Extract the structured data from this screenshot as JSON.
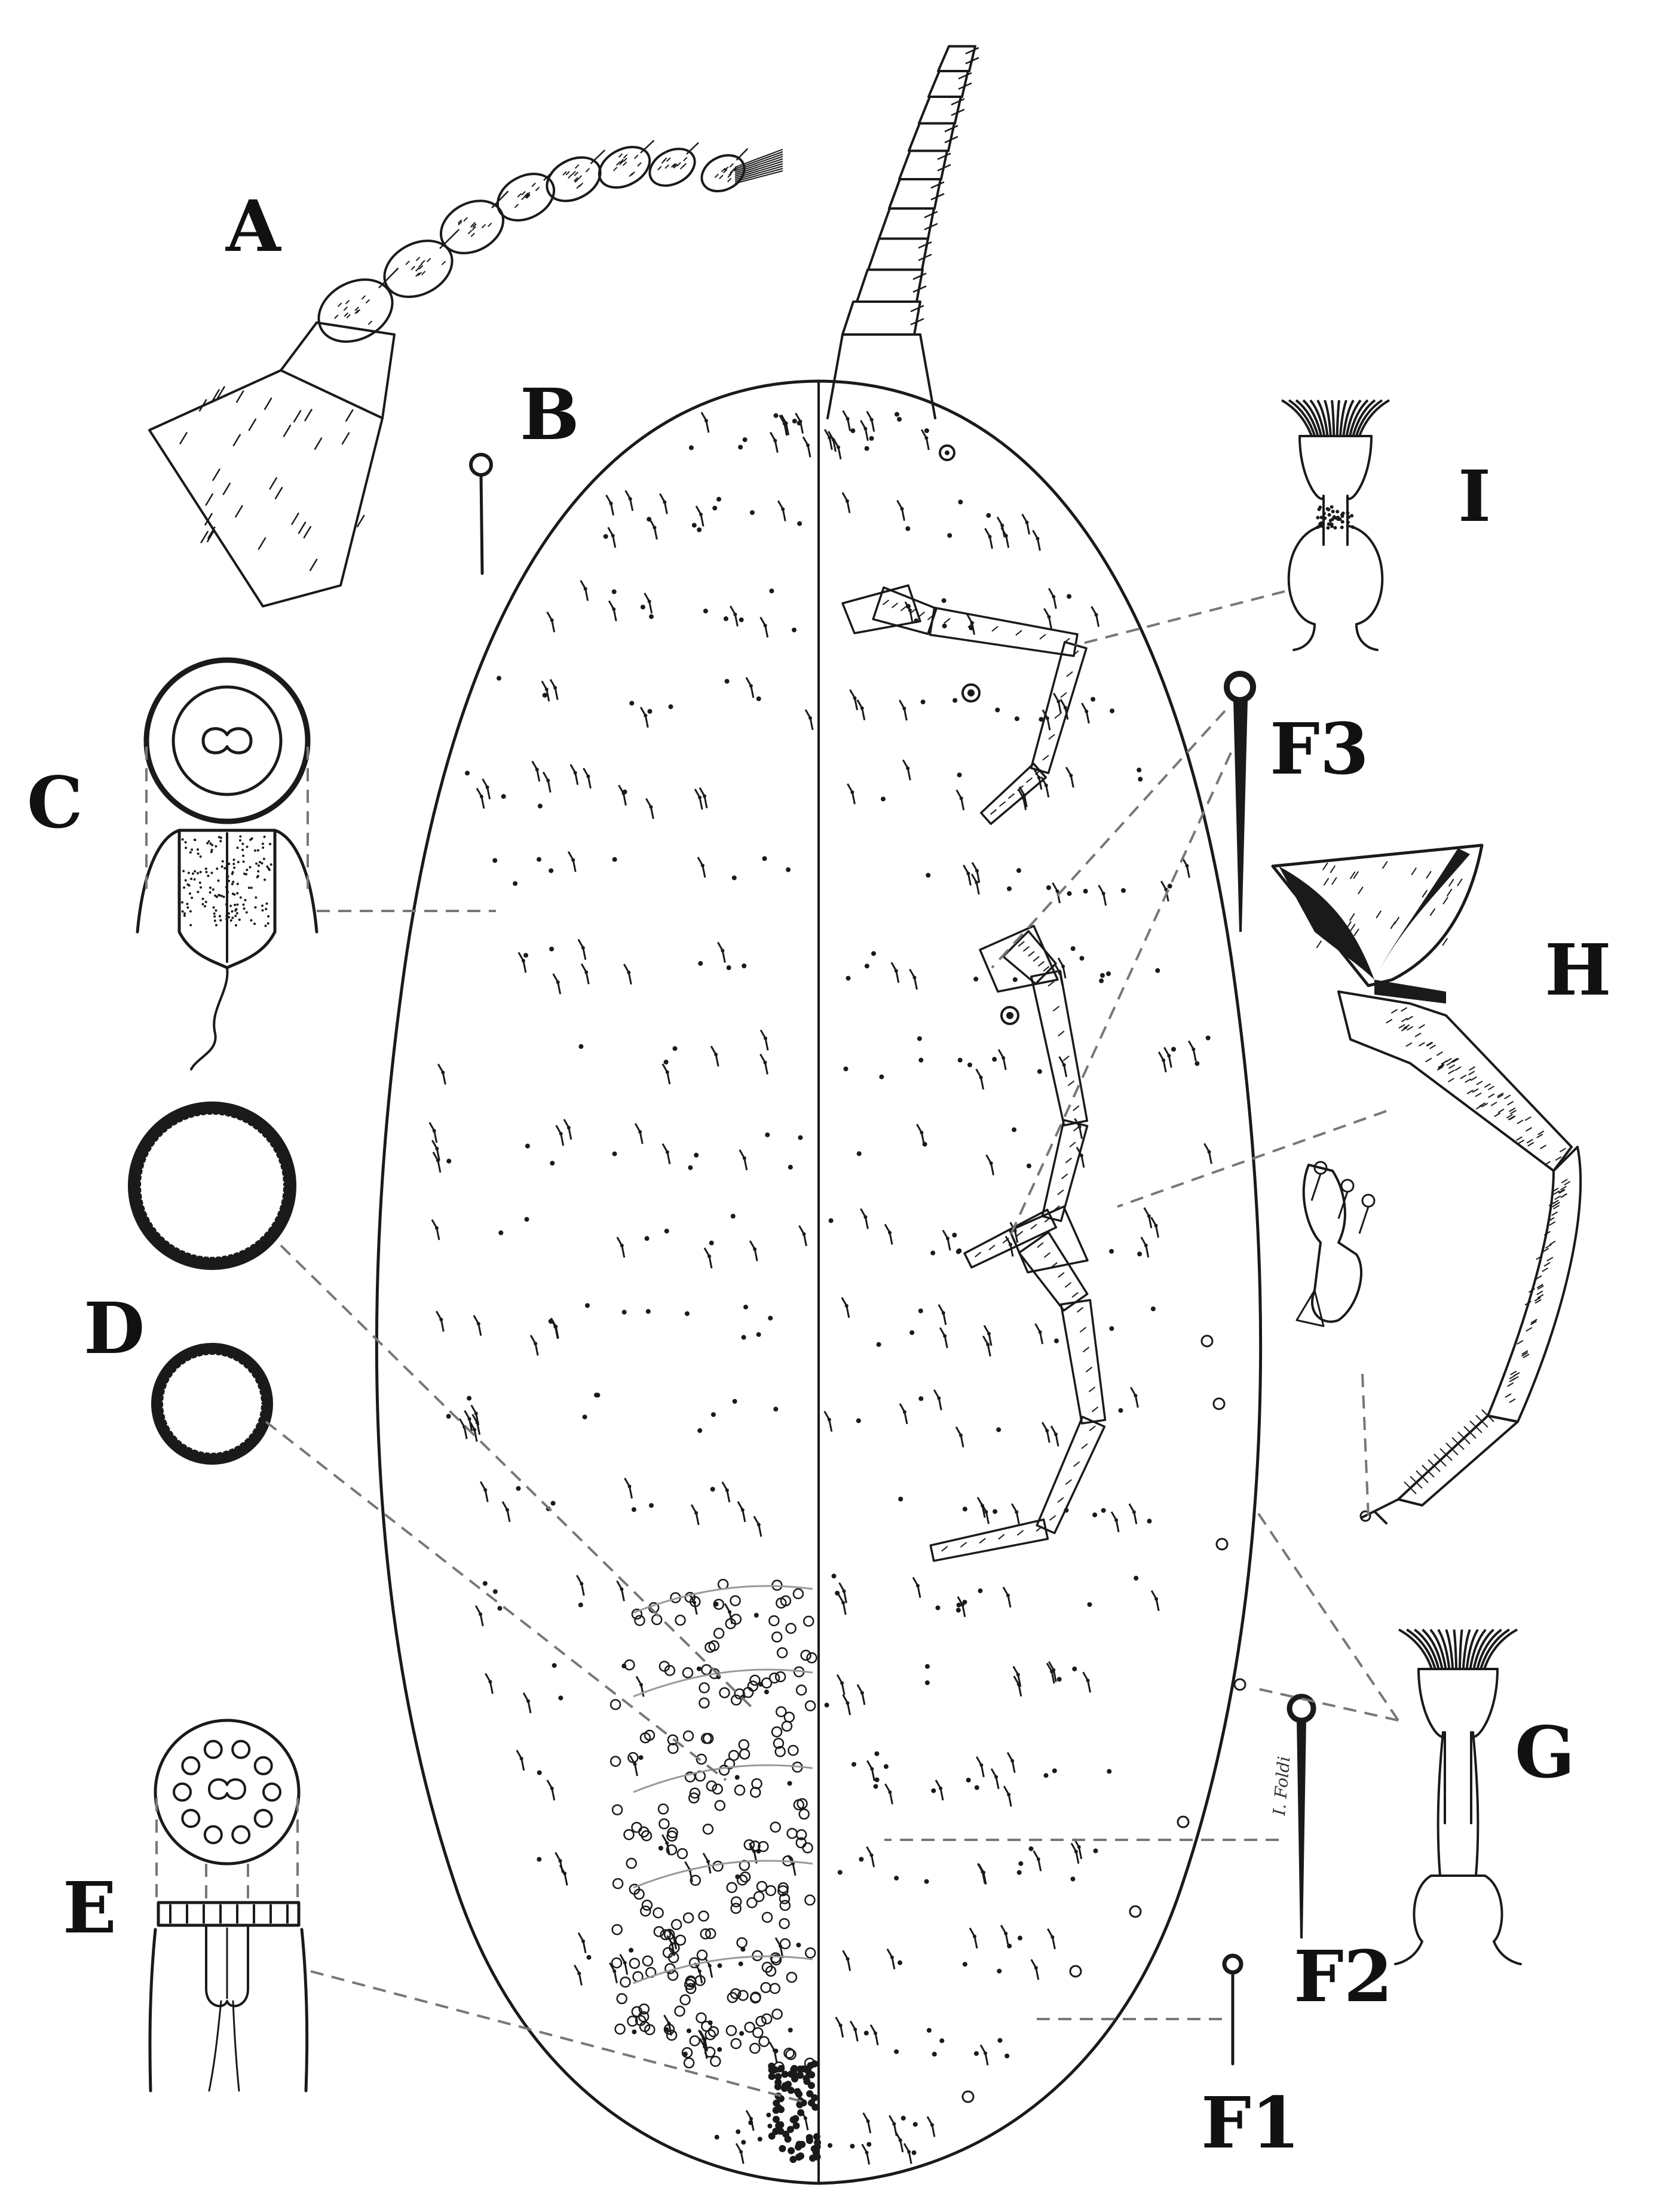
{
  "labels": {
    "A": "A",
    "B": "B",
    "C": "C",
    "D": "D",
    "E": "E",
    "F1": "F1",
    "F2": "F2",
    "F3": "F3",
    "G": "G",
    "H": "H",
    "I": "I"
  },
  "signature": "I. Foldi",
  "colors": {
    "ink": "#1a1a1a",
    "leader": "#777777",
    "background": "#ffffff"
  }
}
